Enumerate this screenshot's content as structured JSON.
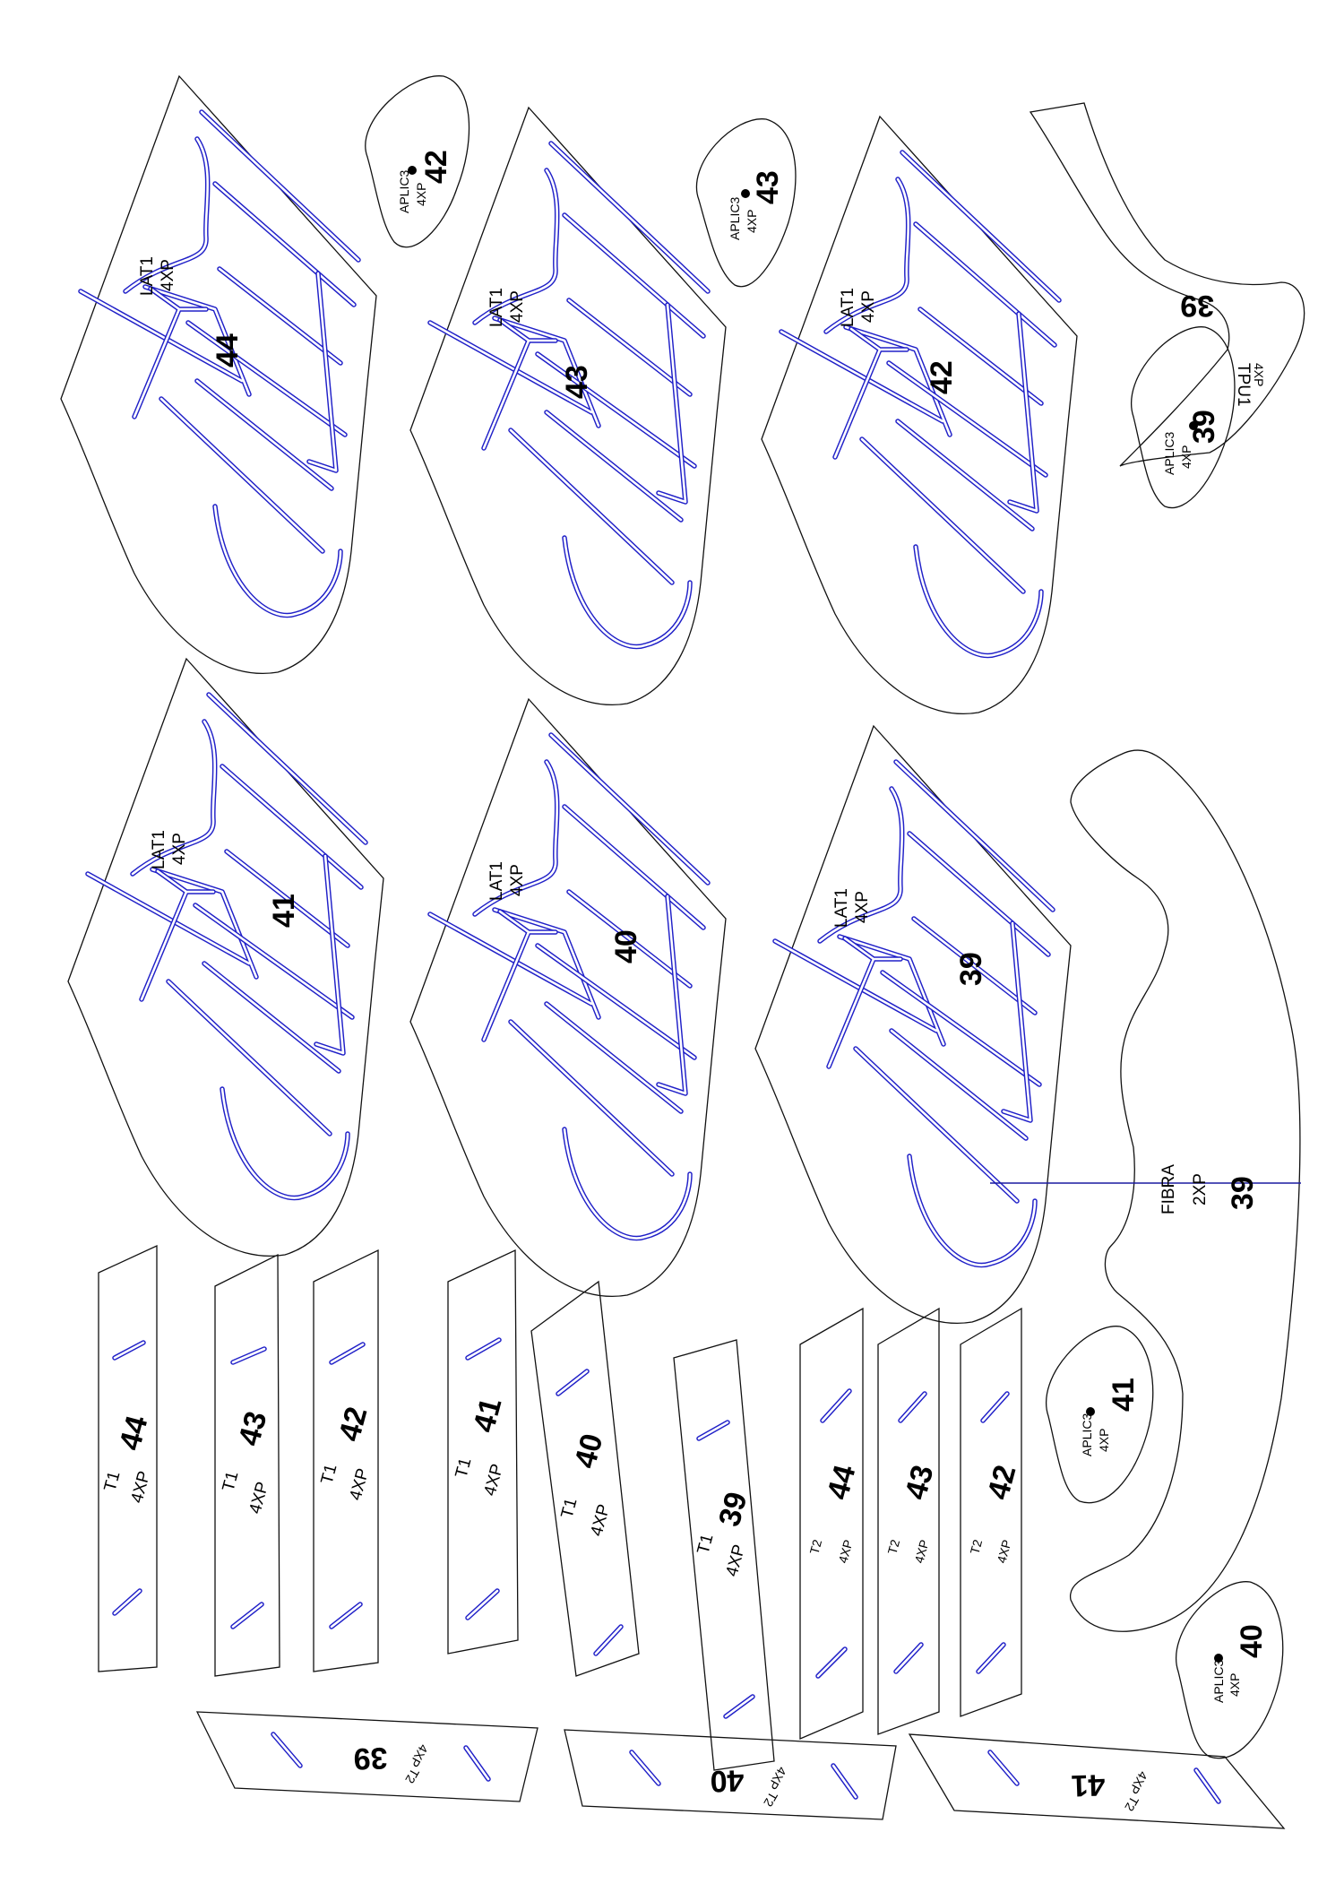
{
  "colors": {
    "outline": "#111111",
    "stitch": "#2020c8"
  },
  "lat1": [
    {
      "label": "LAT1",
      "qty": "4XP",
      "size": "44"
    },
    {
      "label": "LAT1",
      "qty": "4XP",
      "size": "43"
    },
    {
      "label": "LAT1",
      "qty": "4XP",
      "size": "42"
    },
    {
      "label": "LAT1",
      "qty": "4XP",
      "size": "41"
    },
    {
      "label": "LAT1",
      "qty": "4XP",
      "size": "40"
    },
    {
      "label": "LAT1",
      "qty": "4XP",
      "size": "39"
    }
  ],
  "aplic3": [
    {
      "label": "APLIC3",
      "qty": "4XP",
      "size": "42"
    },
    {
      "label": "APLIC3",
      "qty": "4XP",
      "size": "43"
    },
    {
      "label": "APLIC3",
      "qty": "4XP",
      "size": "39"
    },
    {
      "label": "APLIC3",
      "qty": "4XP",
      "size": "41"
    },
    {
      "label": "APLIC3",
      "qty": "4XP",
      "size": "40"
    }
  ],
  "tpu1": {
    "label": "TPU1",
    "qty": "4XP",
    "size": "39"
  },
  "fibra": {
    "label": "FIBRA",
    "qty": "2XP",
    "size": "39"
  },
  "t1": [
    {
      "label": "T1",
      "qty": "4XP",
      "size": "44"
    },
    {
      "label": "T1",
      "qty": "4XP",
      "size": "43"
    },
    {
      "label": "T1",
      "qty": "4XP",
      "size": "42"
    },
    {
      "label": "T1",
      "qty": "4XP",
      "size": "41"
    },
    {
      "label": "T1",
      "qty": "4XP",
      "size": "40"
    },
    {
      "label": "T1",
      "qty": "4XP",
      "size": "39"
    }
  ],
  "t2": [
    {
      "label": "T2",
      "qty": "4XP",
      "size": "44"
    },
    {
      "label": "T2",
      "qty": "4XP",
      "size": "43"
    },
    {
      "label": "T2",
      "qty": "4XP",
      "size": "42"
    },
    {
      "label": "T2",
      "qty": "4XP",
      "size": "39"
    },
    {
      "label": "T2",
      "qty": "4XP",
      "size": "40"
    },
    {
      "label": "T2",
      "qty": "4XP",
      "size": "41"
    }
  ]
}
